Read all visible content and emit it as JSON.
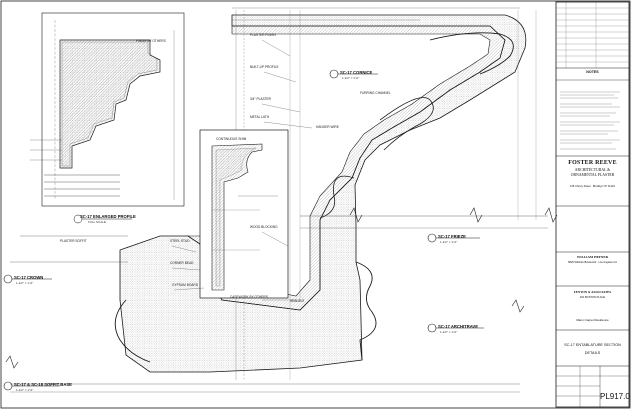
{
  "title_block": {
    "company_name": "FOSTER REEVE",
    "company_line2": "ARCHITECTURAL &",
    "company_line3": "ORNAMENTAL PLASTER",
    "company_address": "125 Cherry Street · Brooklyn NY 11222",
    "architect_name": "WILLIAM HEFNER",
    "architect_address": "5820 Wilshire Boulevard · Los Angeles CA",
    "consultant_name": "FENTON & ASSOCIATES",
    "consultant_address": "301 BOSTON PLACE",
    "project_name": "Mann Carpet Residence",
    "sheet_title": "SC-17 ENTABLATURE SECTION",
    "sheet_subtitle": "DETAILS",
    "notes_heading": "NOTES",
    "sheet_number": "PL917.0"
  },
  "detail_tags": [
    {
      "id": "enlarged-profile",
      "label": "SC-17 ENLARGED PROFILE",
      "sub": "FULL SCALE"
    },
    {
      "id": "cornice",
      "label": "SC-17 CORNICE",
      "sub": "1-1/2\" = 1'-0\""
    },
    {
      "id": "frieze",
      "label": "SC-17 FRIEZE",
      "sub": "1-1/2\" = 1'-0\""
    },
    {
      "id": "crown",
      "label": "SC-17 CROWN",
      "sub": "1-1/2\" = 1'-0\""
    },
    {
      "id": "architrave",
      "label": "SC-17 ARCHITRAVE",
      "sub": "1-1/2\" = 1'-0\""
    },
    {
      "id": "base-soffit",
      "label": "SC-17 & SC-18 SOFFIT BASE",
      "sub": "1-1/2\" = 1'-0\""
    }
  ],
  "annotations": [
    "PLASTER FINISH",
    "BUILT-UP PROFILE",
    "3/4\" PLASTER",
    "METAL LATH",
    "FURRING CHANNEL",
    "WOOD BLOCKING",
    "STEEL STUD",
    "CORNER BEAD",
    "GYPSUM BOARD",
    "CASEWORK BY OTHERS",
    "PLASTER SOFFIT",
    "CONTINUOUS SHIM",
    "FINISH BY OTHERS",
    "HANGER WIRE",
    "SEALANT"
  ],
  "colors": {
    "line": "#1a1a1a",
    "hatch": "#8a8a8a",
    "background": "#ffffff",
    "dim": "#444444"
  }
}
